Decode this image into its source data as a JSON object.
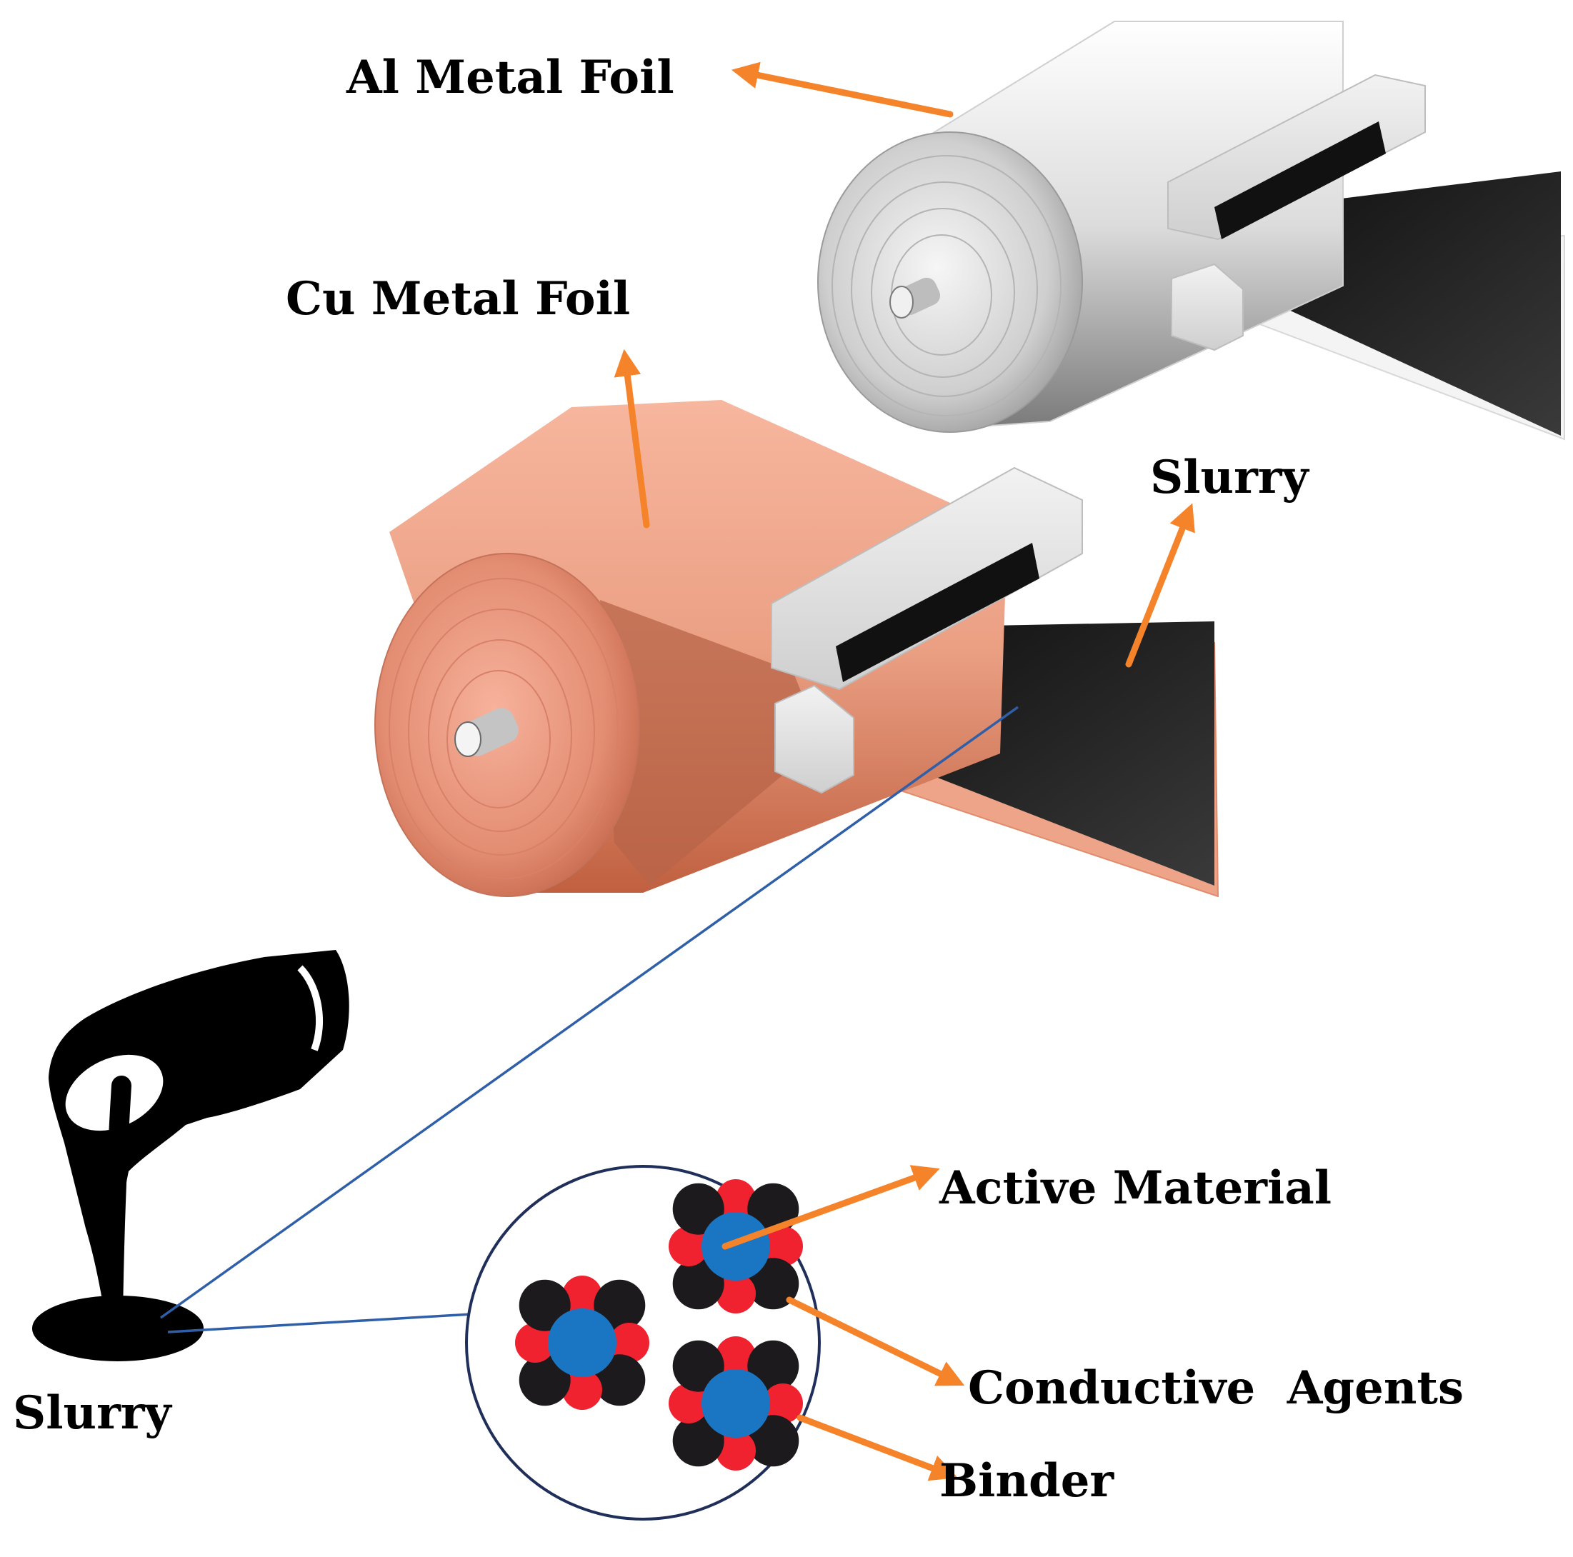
{
  "labels": {
    "al_foil": "Al Metal Foil",
    "cu_foil": "Cu Metal Foil",
    "slurry_coating": "Slurry",
    "slurry_pour": "Slurry",
    "active_material": "Active Material",
    "conductive_agents": "Conductive  Agents",
    "binder": "Binder"
  },
  "colors": {
    "arrow": "#f5832a",
    "leader_line": "#2f5fa8",
    "copper": "#e8987a",
    "aluminum": "#c8c8c8",
    "coating": "#1e1e1e",
    "die": "#e2e2e2",
    "active_material": "#1a76c2",
    "conductive_agent": "#1c1a1c",
    "binder": "#f0222f"
  },
  "icons": {
    "pour_container": "beaker-pour-icon",
    "slurry_puddle": "puddle-icon"
  }
}
